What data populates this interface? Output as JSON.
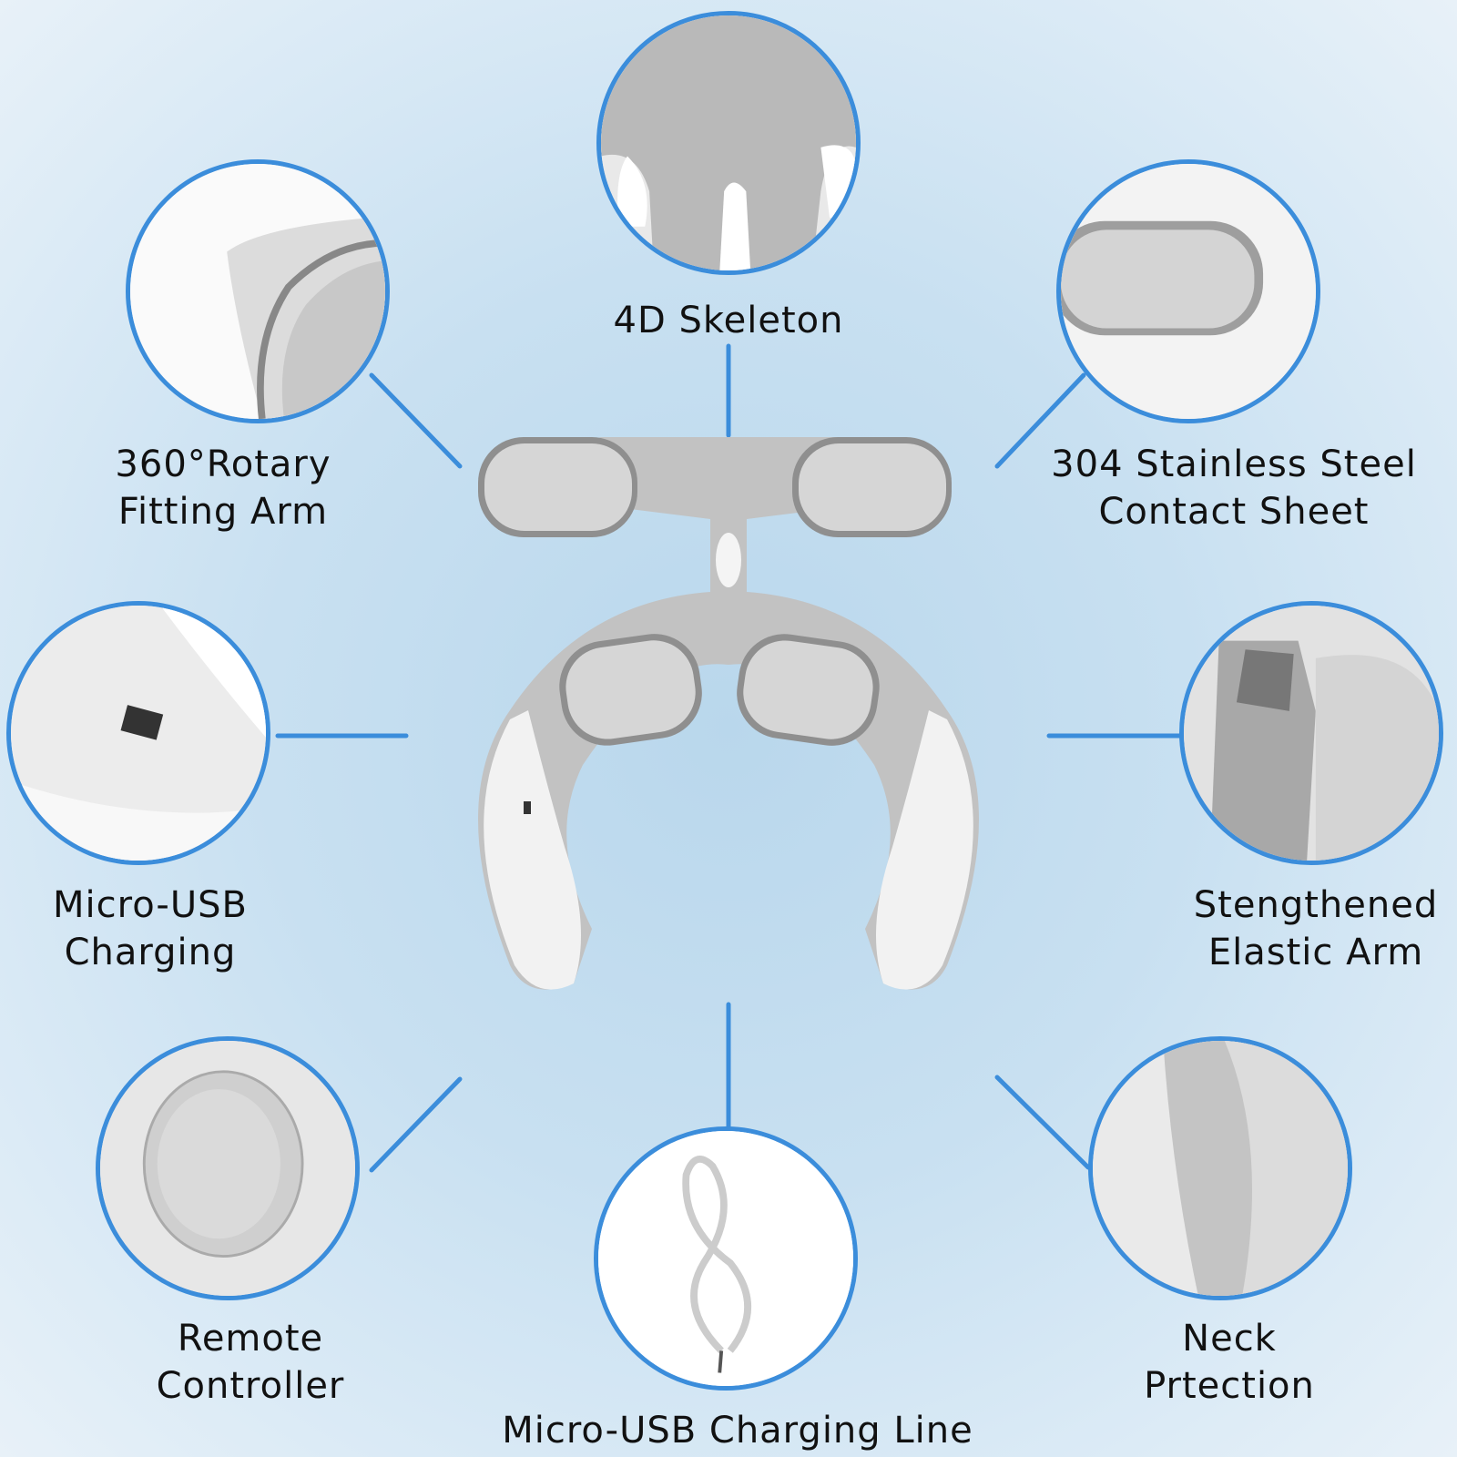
{
  "features": {
    "skeleton": {
      "line1": "4D Skeleton"
    },
    "rotary_arm": {
      "line1": "360°Rotary",
      "line2": "Fitting Arm"
    },
    "steel_sheet": {
      "line1": "304 Stainless Steel",
      "line2": "Contact Sheet"
    },
    "usb_charging": {
      "line1": "Micro-USB",
      "line2": "Charging"
    },
    "elastic_arm": {
      "line1": "Stengthened",
      "line2": "Elastic Arm"
    },
    "remote": {
      "line1": "Remote",
      "line2": "Controller"
    },
    "charging_line": {
      "line1": "Micro-USB Charging Line"
    },
    "neck_protection": {
      "line1": "Neck",
      "line2": "Prtection"
    }
  },
  "colors": {
    "accent": "#3b8ddb",
    "background": "#c8e0f1"
  }
}
